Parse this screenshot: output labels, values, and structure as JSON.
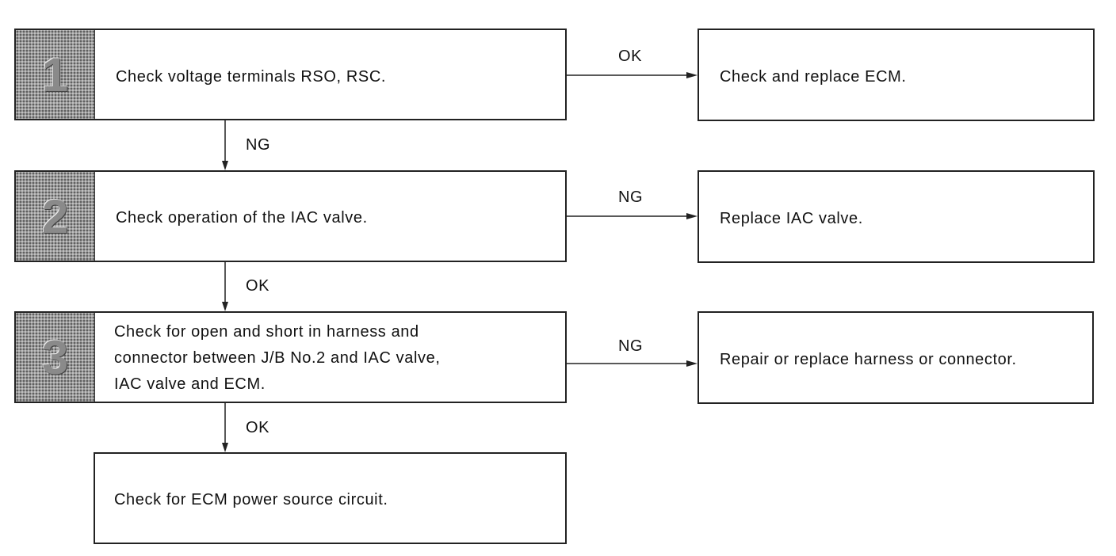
{
  "steps": [
    {
      "number": "1",
      "text": "Check voltage terminals RSO, RSC."
    },
    {
      "number": "2",
      "text": "Check operation of the IAC valve."
    },
    {
      "number": "3",
      "lines": [
        "Check for open and short in harness and",
        "connector between J/B No.2 and IAC valve,",
        "IAC valve and ECM."
      ]
    }
  ],
  "final": {
    "text": "Check for ECM power source circuit."
  },
  "results": [
    {
      "text": "Check and replace ECM."
    },
    {
      "text": "Replace IAC valve."
    },
    {
      "text": "Repair or replace harness or connector."
    }
  ],
  "edges": {
    "step1_right": "OK",
    "step1_down": "NG",
    "step2_right": "NG",
    "step2_down": "OK",
    "step3_right": "NG",
    "step3_down": "OK"
  }
}
